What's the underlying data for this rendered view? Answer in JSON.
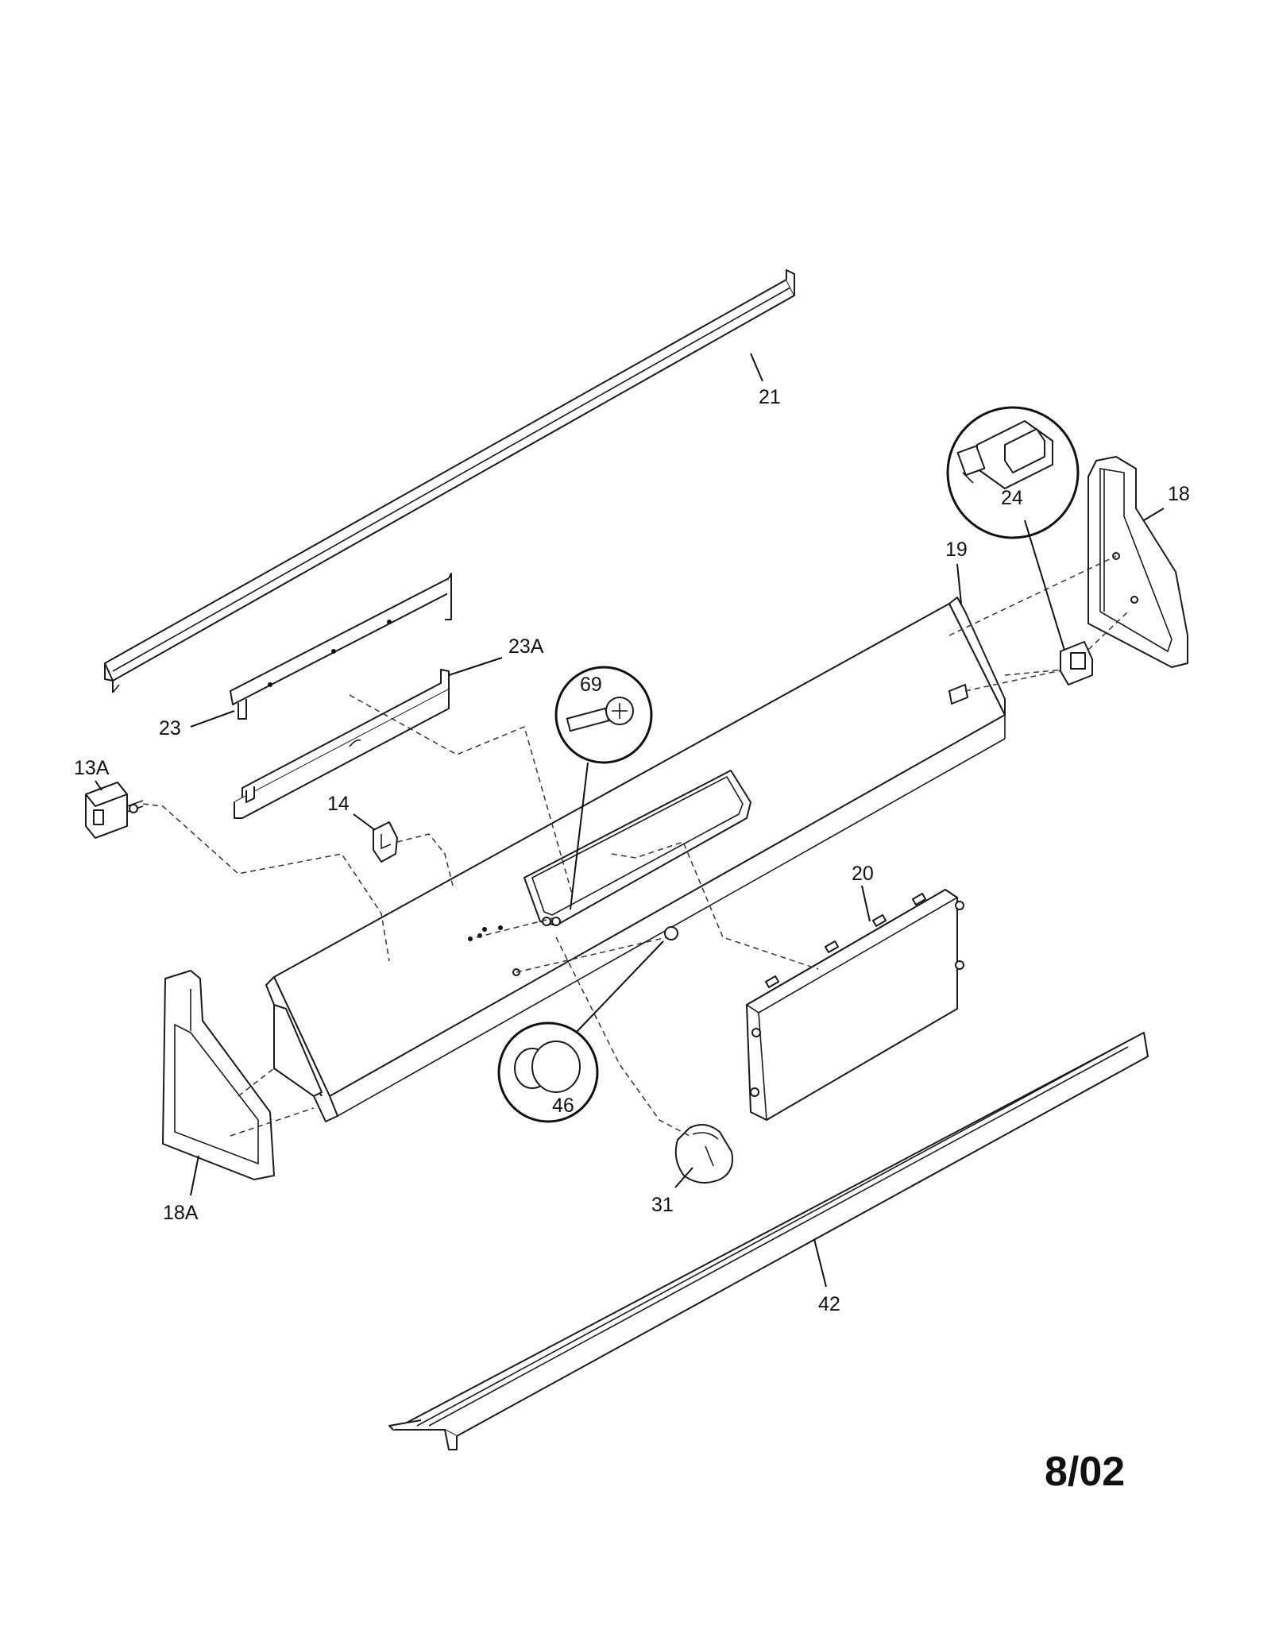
{
  "diagram": {
    "callouts": {
      "c21": "21",
      "c18": "18",
      "c24": "24",
      "c19": "19",
      "c23A": "23A",
      "c69": "69",
      "c23": "23",
      "c13A": "13A",
      "c14": "14",
      "c20": "20",
      "c46": "46",
      "c18A": "18A",
      "c31": "31",
      "c42": "42"
    },
    "revision_date": "8/02"
  }
}
